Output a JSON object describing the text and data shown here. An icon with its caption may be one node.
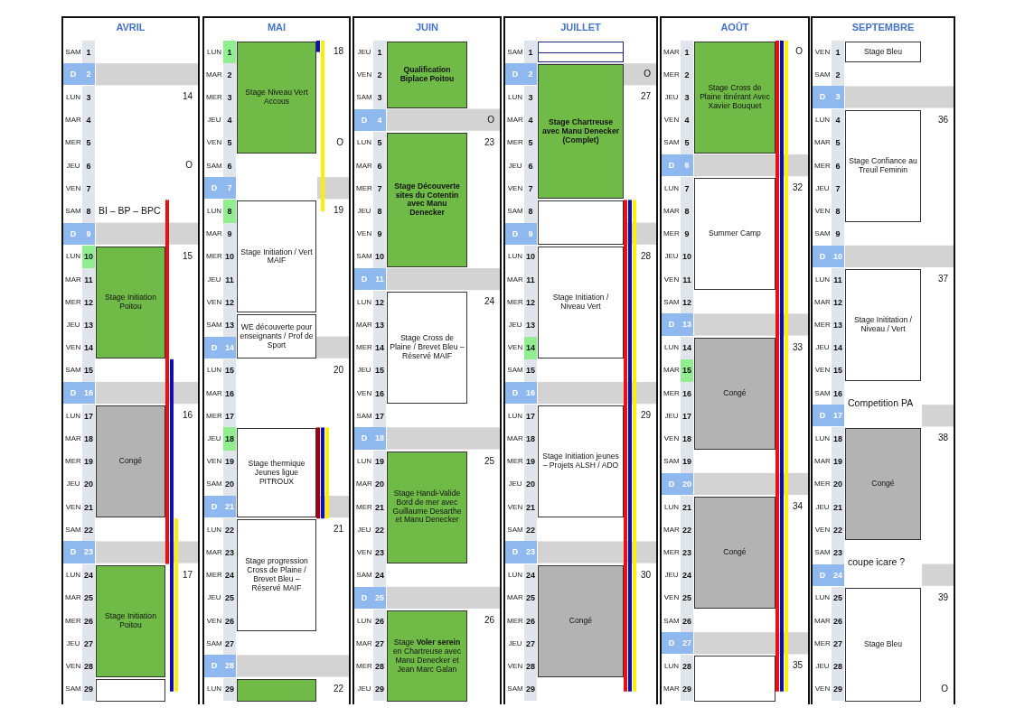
{
  "diagram": {
    "nodes": [
      {
        "text": [
          "AVRIL"
        ]
      },
      {
        "text": [
          "MAI"
        ]
      },
      {
        "text": [
          "JUIN"
        ]
      },
      {
        "text": [
          "JUILLET"
        ]
      },
      {
        "text": [
          "AOÛT"
        ]
      },
      {
        "text": [
          "SEPTEMBRE"
        ]
      },
      {
        "text": [
          "Stage Initiation Poitou"
        ],
        "in": 0
      },
      {
        "text": [
          "Congé"
        ],
        "in": 0
      },
      {
        "text": [
          "Stage Initiation Poitou"
        ],
        "in": 0
      },
      {
        "text": [],
        "shape": "box",
        "in": 0
      },
      {
        "text": [
          "Stage Niveau Vert Accous"
        ],
        "in": 1
      },
      {
        "text": [
          "Stage Initiation / Vert MAIF"
        ],
        "in": 1
      },
      {
        "text": [
          "WE découverte pour enseignants / Prof de Sport"
        ],
        "in": 1
      },
      {
        "text": [
          "Stage thermique Jeunes ligue PITROUX"
        ],
        "in": 1
      },
      {
        "text": [
          "Stage progression Cross de Plaine / Brevet Bleu – Réservé MAIF"
        ],
        "in": 1
      },
      {
        "text": [],
        "shape": "box",
        "in": 1
      },
      {
        "text": [
          "Qualification Biplace Poitou"
        ],
        "in": 2
      },
      {
        "text": [
          "Stage Découverte sites du Cotentin avec Manu Denecker"
        ],
        "in": 2
      },
      {
        "text": [
          "Stage Cross de Plaine / Brevet Bleu – Réservé MAIF"
        ],
        "in": 2
      },
      {
        "text": [
          "Stage Handi-Valide Bord de mer avec Guillaume Desarthe et Manu Denecker"
        ],
        "in": 2
      },
      {
        "text": [
          "Stage **Voler serein** en Chartreuse avec Manu Denecker et Jean Marc Galan"
        ],
        "in": 2
      },
      {
        "text": [],
        "shape": "box",
        "in": 3
      },
      {
        "text": [
          "Stage Chartreuse avec Manu Denecker (Complet)"
        ],
        "in": 3
      },
      {
        "text": [],
        "shape": "box",
        "in": 3
      },
      {
        "text": [
          "Stage Initiation / Niveau Vert"
        ],
        "in": 3
      },
      {
        "text": [
          "Stage Initiation jeunes – Projets ALSH / ADO"
        ],
        "in": 3
      },
      {
        "text": [
          "Congé"
        ],
        "in": 3
      },
      {
        "text": [
          "Stage Cross de Plaine itinérant Avec Xavier Bouquet"
        ],
        "in": 4
      },
      {
        "text": [
          "Summer Camp"
        ],
        "in": 4
      },
      {
        "text": [
          "Congé"
        ],
        "in": 4
      },
      {
        "text": [
          "Congé"
        ],
        "in": 4
      },
      {
        "text": [],
        "shape": "box",
        "in": 4
      },
      {
        "text": [
          "Stage Bleu"
        ],
        "in": 5
      },
      {
        "text": [
          "Stage Confiance au Treuil Feminin"
        ],
        "in": 5
      },
      {
        "text": [
          "Stage Inititation / Niveau / Vert"
        ],
        "in": 5
      },
      {
        "text": [
          "Congé"
        ],
        "in": 5
      },
      {
        "text": [
          "Stage Bleu"
        ],
        "in": 5
      }
    ],
    "labels": [
      "SAM",
      "1",
      "D",
      "2",
      "LUN",
      "3",
      "14",
      "MAR",
      "4",
      "MER",
      "5",
      "JEU",
      "6",
      "O",
      "VEN",
      "7",
      "SAM",
      "8",
      "BI – BP – BPC",
      "D",
      "9",
      "LUN",
      "10",
      "15",
      "MAR",
      "11",
      "MER",
      "12",
      "JEU",
      "13",
      "VEN",
      "14",
      "SAM",
      "15",
      "D",
      "16",
      "LUN",
      "17",
      "16",
      "MAR",
      "18",
      "MER",
      "19",
      "JEU",
      "20",
      "VEN",
      "21",
      "SAM",
      "22",
      "D",
      "23",
      "LUN",
      "24",
      "17",
      "MAR",
      "25",
      "MER",
      "26",
      "JEU",
      "27",
      "VEN",
      "28",
      "SAM",
      "29",
      "LUN",
      "1",
      "18",
      "MAR",
      "2",
      "MER",
      "3",
      "JEU",
      "4",
      "VEN",
      "5",
      "O",
      "SAM",
      "6",
      "D",
      "7",
      "LUN",
      "8",
      "19",
      "MAR",
      "9",
      "MER",
      "10",
      "JEU",
      "11",
      "VEN",
      "12",
      "SAM",
      "13",
      "D",
      "14",
      "LUN",
      "15",
      "20",
      "MAR",
      "16",
      "MER",
      "17",
      "JEU",
      "18",
      "VEN",
      "19",
      "SAM",
      "20",
      "D",
      "21",
      "LUN",
      "22",
      "21",
      "MAR",
      "23",
      "MER",
      "24",
      "JEU",
      "25",
      "VEN",
      "26",
      "SAM",
      "27",
      "D",
      "28",
      "LUN",
      "29",
      "22",
      "JEU",
      "1",
      "VEN",
      "2",
      "SAM",
      "3",
      "D",
      "4",
      "O",
      "LUN",
      "5",
      "23",
      "MAR",
      "6",
      "MER",
      "7",
      "JEU",
      "8",
      "VEN",
      "9",
      "SAM",
      "10",
      "D",
      "11",
      "LUN",
      "12",
      "24",
      "MAR",
      "13",
      "MER",
      "14",
      "JEU",
      "15",
      "VEN",
      "16",
      "SAM",
      "17",
      "D",
      "18",
      "LUN",
      "19",
      "25",
      "MAR",
      "20",
      "MER",
      "21",
      "JEU",
      "22",
      "VEN",
      "23",
      "SAM",
      "24",
      "D",
      "25",
      "LUN",
      "26",
      "26",
      "MAR",
      "27",
      "MER",
      "28",
      "JEU",
      "29",
      "SAM",
      "1",
      "D",
      "2",
      "O",
      "LUN",
      "3",
      "27",
      "MAR",
      "4",
      "MER",
      "5",
      "JEU",
      "6",
      "VEN",
      "7",
      "SAM",
      "8",
      "D",
      "9",
      "LUN",
      "10",
      "28",
      "MAR",
      "11",
      "MER",
      "12",
      "JEU",
      "13",
      "VEN",
      "14",
      "SAM",
      "15",
      "D",
      "16",
      "LUN",
      "17",
      "29",
      "MAR",
      "18",
      "MER",
      "19",
      "JEU",
      "20",
      "VEN",
      "21",
      "SAM",
      "22",
      "D",
      "23",
      "LUN",
      "24",
      "30",
      "MAR",
      "25",
      "MER",
      "26",
      "JEU",
      "27",
      "VEN",
      "28",
      "SAM",
      "29",
      "MAR",
      "1",
      "O",
      "MER",
      "2",
      "JEU",
      "3",
      "VEN",
      "4",
      "SAM",
      "5",
      "D",
      "6",
      "LUN",
      "7",
      "32",
      "MAR",
      "8",
      "MER",
      "9",
      "JEU",
      "10",
      "VEN",
      "11",
      "SAM",
      "12",
      "D",
      "13",
      "LUN",
      "14",
      "33",
      "MAR",
      "15",
      "MER",
      "16",
      "JEU",
      "17",
      "VEN",
      "18",
      "SAM",
      "19",
      "D",
      "20",
      "LUN",
      "21",
      "34",
      "MAR",
      "22",
      "MER",
      "23",
      "JEU",
      "24",
      "VEN",
      "25",
      "SAM",
      "26",
      "D",
      "27",
      "LUN",
      "28",
      "35",
      "MAR",
      "29",
      "VEN",
      "1",
      "SAM",
      "2",
      "D",
      "3",
      "LUN",
      "4",
      "36",
      "MAR",
      "5",
      "MER",
      "6",
      "JEU",
      "7",
      "VEN",
      "8",
      "SAM",
      "9",
      "D",
      "10",
      "LUN",
      "11",
      "37",
      "MAR",
      "12",
      "MER",
      "13",
      "JEU",
      "14",
      "VEN",
      "15",
      "SAM",
      "16",
      "Competition PA",
      "D",
      "17",
      "LUN",
      "18",
      "38",
      "MAR",
      "19",
      "MER",
      "20",
      "JEU",
      "21",
      "VEN",
      "22",
      "SAM",
      "23",
      "coupe icare ?",
      "D",
      "24",
      "LUN",
      "25",
      "39",
      "MAR",
      "26",
      "MER",
      "27",
      "JEU",
      "28",
      "VEN",
      "29",
      "O"
    ]
  }
}
